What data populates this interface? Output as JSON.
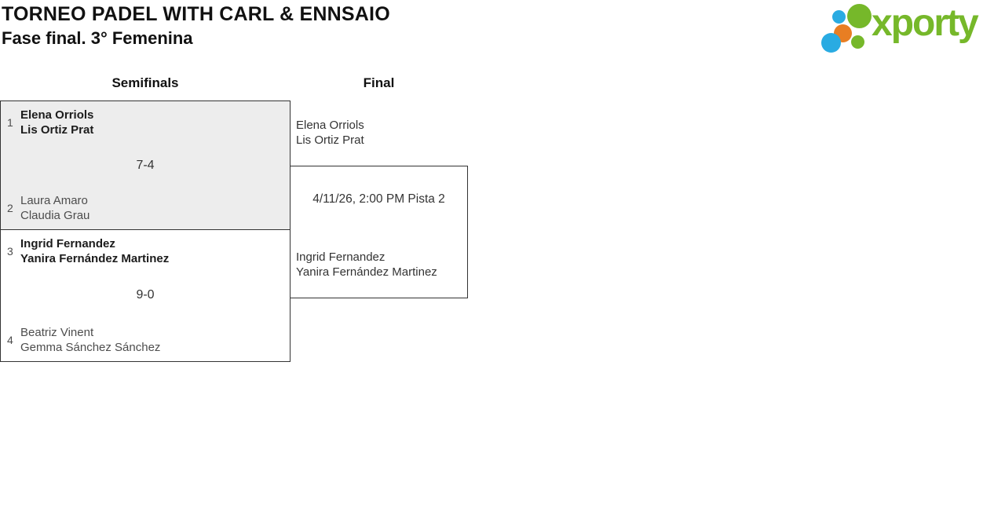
{
  "header": {
    "title": "TORNEO PADEL WITH CARL & ENNSAIO",
    "subtitle": "Fase final. 3° Femenina"
  },
  "logo": {
    "wordmark": "xporty",
    "colors": {
      "green": "#76b82a",
      "blue": "#29abe2",
      "orange": "#e87e23"
    }
  },
  "bracket": {
    "rounds": [
      {
        "label": "Semifinals"
      },
      {
        "label": "Final"
      }
    ],
    "semifinals": [
      {
        "team1": {
          "seed": "1",
          "players": [
            "Elena Orriols",
            "Lis Ortiz Prat"
          ],
          "winner": true
        },
        "score": "7-4",
        "team2": {
          "seed": "2",
          "players": [
            "Laura Amaro",
            "Claudia Grau"
          ],
          "winner": false
        }
      },
      {
        "team1": {
          "seed": "3",
          "players": [
            "Ingrid Fernandez",
            "Yanira Fernández Martinez"
          ],
          "winner": true
        },
        "score": "9-0",
        "team2": {
          "seed": "4",
          "players": [
            "Beatriz Vinent",
            "Gemma Sánchez Sánchez"
          ],
          "winner": false
        }
      }
    ],
    "final": {
      "team1": {
        "players": [
          "Elena Orriols",
          "Lis Ortiz Prat"
        ]
      },
      "team2": {
        "players": [
          "Ingrid Fernandez",
          "Yanira Fernández Martinez"
        ]
      },
      "match_info": "4/11/26, 2:00 PM Pista 2"
    }
  }
}
